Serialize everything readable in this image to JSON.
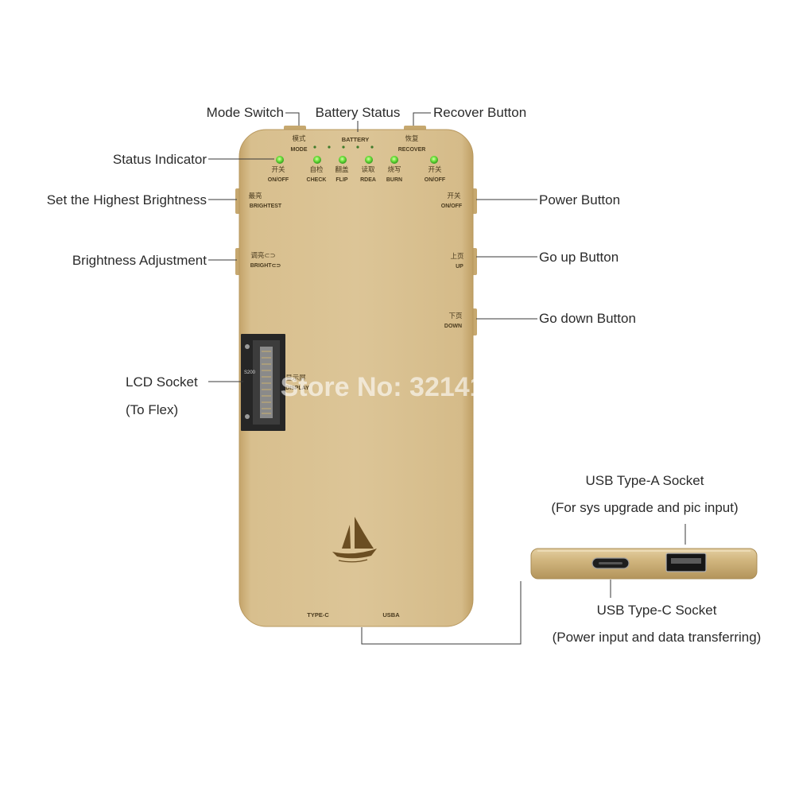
{
  "callouts": {
    "mode_switch": "Mode Switch",
    "battery_status": "Battery Status",
    "recover_button": "Recover Button",
    "status_indicator": "Status Indicator",
    "highest_brightness": "Set the Highest Brightness",
    "brightness_adjustment": "Brightness Adjustment",
    "power_button": "Power Button",
    "go_up_button": "Go up Button",
    "go_down_button": "Go down Button",
    "lcd_socket": "LCD Socket",
    "lcd_socket_note": "(To Flex)",
    "usb_a": "USB Type-A Socket",
    "usb_a_note": "(For sys upgrade and pic input)",
    "usb_c": "USB Type-C Socket",
    "usb_c_note": "(Power input and data transferring)"
  },
  "device": {
    "top": {
      "mode_cn": "模式",
      "mode_en": "MODE",
      "battery": "BATTERY",
      "recover_cn": "恢复",
      "recover_en": "RECOVER"
    },
    "indicators": [
      {
        "cn": "开关",
        "en": "ON/OFF",
        "lit": true
      },
      {
        "cn": "自检",
        "en": "CHECK",
        "lit": true
      },
      {
        "cn": "翻盖",
        "en": "FLIP",
        "lit": true
      },
      {
        "cn": "读取",
        "en": "RDEA",
        "lit": true
      },
      {
        "cn": "烧写",
        "en": "BURN",
        "lit": true
      },
      {
        "cn": "开关",
        "en": "ON/OFF",
        "lit": true
      }
    ],
    "left_buttons": [
      {
        "cn": "最亮",
        "en": "BRIGHTEST"
      },
      {
        "cn": "调亮⊂⊃",
        "en": "BRIGHT⊂⊃"
      }
    ],
    "right_buttons": [
      {
        "cn": "开关",
        "en": "ON/OFF"
      },
      {
        "cn": "上页",
        "en": "UP"
      },
      {
        "cn": "下页",
        "en": "DOWN"
      }
    ],
    "display": {
      "cn": "显示屏",
      "en": "DISPLAY"
    },
    "socket_code": "S200",
    "bottom": {
      "type_c": "TYPE-C",
      "usba": "USBA"
    },
    "logo_icon": "sailboat-icon"
  },
  "watermark": "Store No: 3214134",
  "colors": {
    "body_gold": "#d6bd8b",
    "led_green": "#5fd33a",
    "label_text": "#2b2b2b",
    "device_text": "#4a3b1f"
  }
}
